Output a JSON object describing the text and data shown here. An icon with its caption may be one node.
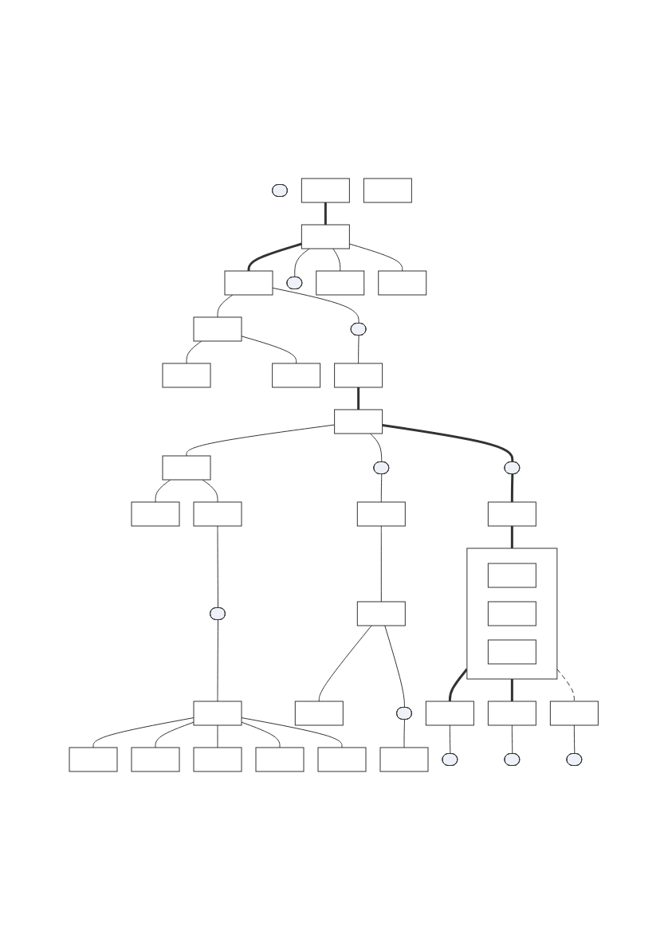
{
  "diagram": {
    "nodes": [
      {
        "text": [],
        "shape": "pill"
      },
      {
        "text": [],
        "shape": "box"
      },
      {
        "text": [],
        "shape": "box"
      },
      {
        "text": [],
        "shape": "box"
      },
      {
        "text": [],
        "shape": "pill"
      },
      {
        "text": [],
        "shape": "pill"
      },
      {
        "text": [],
        "shape": "box"
      },
      {
        "text": [],
        "shape": "box"
      },
      {
        "text": [],
        "shape": "box"
      },
      {
        "text": [],
        "shape": "box"
      },
      {
        "text": [],
        "shape": "box"
      },
      {
        "text": [],
        "shape": "box"
      },
      {
        "text": [],
        "shape": "bar"
      },
      {
        "text": [],
        "shape": "box"
      },
      {
        "text": [],
        "shape": "box"
      },
      {
        "text": [],
        "shape": "box"
      },
      {
        "text": [],
        "shape": "pill"
      },
      {
        "text": [],
        "shape": "box"
      },
      {
        "text": [],
        "shape": "box"
      },
      {
        "text": [],
        "shape": "box"
      },
      {
        "text": [],
        "shape": "box"
      },
      {
        "text": [],
        "shape": "box"
      },
      {
        "text": [],
        "shape": "box"
      },
      {
        "text": [],
        "shape": "pill"
      },
      {
        "text": [],
        "shape": "box"
      },
      {
        "text": [],
        "shape": "box"
      },
      {
        "text": [],
        "shape": "box"
      },
      {
        "text": [],
        "shape": "pill"
      },
      {
        "text": [],
        "shape": "box"
      },
      {
        "text": [],
        "shape": "box"
      },
      {
        "text": [],
        "shape": "pill"
      },
      {
        "text": [],
        "shape": "box"
      },
      {
        "text": [],
        "shape": "box"
      },
      {
        "text": [],
        "shape": "box",
        "in": 32
      },
      {
        "text": [],
        "shape": "box",
        "in": 32
      },
      {
        "text": [],
        "shape": "box",
        "in": 32
      },
      {
        "text": [],
        "shape": "box"
      },
      {
        "text": [],
        "shape": "box"
      },
      {
        "text": [],
        "shape": "box"
      },
      {
        "text": [],
        "shape": "pill"
      },
      {
        "text": [],
        "shape": "pill"
      },
      {
        "text": [],
        "shape": "pill"
      }
    ],
    "edges": [
      {
        "from": 1,
        "to": 2,
        "arrow": "none",
        "style": "thick"
      },
      {
        "from": 2,
        "to": 3,
        "arrow": "none",
        "style": "thick"
      },
      {
        "from": 2,
        "to": 5,
        "arrow": "none"
      },
      {
        "from": 2,
        "to": 6,
        "arrow": "none"
      },
      {
        "from": 2,
        "to": 7,
        "arrow": "none"
      },
      {
        "from": 3,
        "to": 4,
        "arrow": "none"
      },
      {
        "from": 3,
        "to": 8,
        "arrow": "none"
      },
      {
        "from": 8,
        "to": 9,
        "arrow": "none"
      },
      {
        "from": 8,
        "to": 10,
        "arrow": "none"
      },
      {
        "from": 4,
        "to": 11,
        "arrow": "none"
      },
      {
        "from": 11,
        "to": 12,
        "arrow": "none",
        "style": "thick"
      },
      {
        "from": 12,
        "to": 13,
        "arrow": "none"
      },
      {
        "from": 13,
        "to": 14,
        "arrow": "none"
      },
      {
        "from": 13,
        "to": 15,
        "arrow": "none"
      },
      {
        "from": 15,
        "to": 16,
        "arrow": "none"
      },
      {
        "from": 16,
        "to": 17,
        "arrow": "none"
      },
      {
        "from": 17,
        "to": 18,
        "arrow": "none"
      },
      {
        "from": 17,
        "to": 19,
        "arrow": "none"
      },
      {
        "from": 17,
        "to": 20,
        "arrow": "none"
      },
      {
        "from": 17,
        "to": 21,
        "arrow": "none"
      },
      {
        "from": 17,
        "to": 22,
        "arrow": "none"
      },
      {
        "from": 12,
        "to": 23,
        "arrow": "none"
      },
      {
        "from": 23,
        "to": 24,
        "arrow": "none"
      },
      {
        "from": 24,
        "to": 25,
        "arrow": "none"
      },
      {
        "from": 25,
        "to": 26,
        "arrow": "none"
      },
      {
        "from": 25,
        "to": 27,
        "arrow": "none"
      },
      {
        "from": 27,
        "to": 28,
        "arrow": "none"
      },
      {
        "from": 12,
        "to": 30,
        "arrow": "none",
        "style": "thick"
      },
      {
        "from": 30,
        "to": 31,
        "arrow": "none",
        "style": "thick"
      },
      {
        "from": 31,
        "to": 32,
        "arrow": "none",
        "style": "thick"
      },
      {
        "from": 32,
        "to": 36,
        "arrow": "none",
        "style": "thick"
      },
      {
        "from": 32,
        "to": 37,
        "arrow": "none",
        "style": "thick"
      },
      {
        "from": 32,
        "to": 38,
        "arrow": "none",
        "style": "dashed"
      },
      {
        "from": 36,
        "to": 39,
        "arrow": "none"
      },
      {
        "from": 37,
        "to": 40,
        "arrow": "none"
      },
      {
        "from": 38,
        "to": 41,
        "arrow": "none"
      }
    ]
  }
}
